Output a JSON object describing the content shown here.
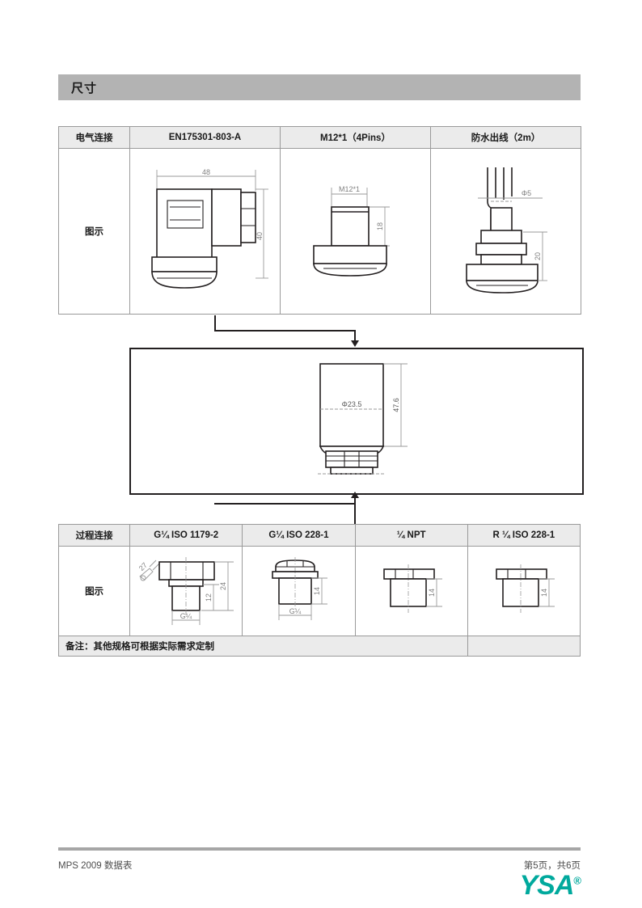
{
  "section": {
    "title": "尺寸"
  },
  "electrical_table": {
    "row_label_header": "电气连接",
    "row_label_body": "图示",
    "columns": [
      {
        "header": "EN175301-803-A"
      },
      {
        "header": "M12*1（4Pins）"
      },
      {
        "header": "防水出线（2m）"
      }
    ],
    "drawings": {
      "en175301": {
        "name": "EN175301-803-A connector drawing",
        "dim_width": "48",
        "dim_height": "40"
      },
      "m12": {
        "name": "M12 connector drawing",
        "thread_label": "M12*1",
        "dim_height": "18"
      },
      "cable": {
        "name": "waterproof cable outlet drawing",
        "cable_dia": "Φ5",
        "dim_height": "20"
      }
    }
  },
  "sensor_box": {
    "name": "sensor body drawing",
    "diameter": "Φ23.5",
    "height": "47.6"
  },
  "process_table": {
    "row_label_header": "过程连接",
    "row_label_body": "图示",
    "columns": [
      {
        "header": "G¼ ISO 1179-2"
      },
      {
        "header": "G¼ ISO 228-1"
      },
      {
        "header": "¼ NPT"
      },
      {
        "header": "R ¼ ISO 228-1"
      }
    ],
    "drawings": {
      "g14_1179": {
        "name": "G1/4 ISO 1179-2 process connection drawing",
        "hex": "27",
        "dim_total": "24",
        "dim_thread": "12",
        "thread_label": "G¼"
      },
      "g14_228": {
        "name": "G1/4 ISO 228-1 process connection drawing",
        "dim_thread": "14",
        "thread_label": "G¼"
      },
      "npt14": {
        "name": "1/4 NPT process connection drawing",
        "dim_thread": "14"
      },
      "r14_228": {
        "name": "R 1/4 ISO 228-1 process connection drawing",
        "dim_thread": "14"
      }
    },
    "note": "备注：其他规格可根据实际需求定制"
  },
  "footer": {
    "left_text": "MPS 2009 数据表",
    "right_text": "第5页，共6页",
    "brand": "YSA",
    "brand_mark": "®"
  },
  "colors": {
    "section_bar": "#b3b3b3",
    "header_cell": "#ebebeb",
    "line": "#231f20",
    "dimension": "#9a9a9a",
    "brand": "#00a99d",
    "footer_rule": "#a6a6a6"
  }
}
